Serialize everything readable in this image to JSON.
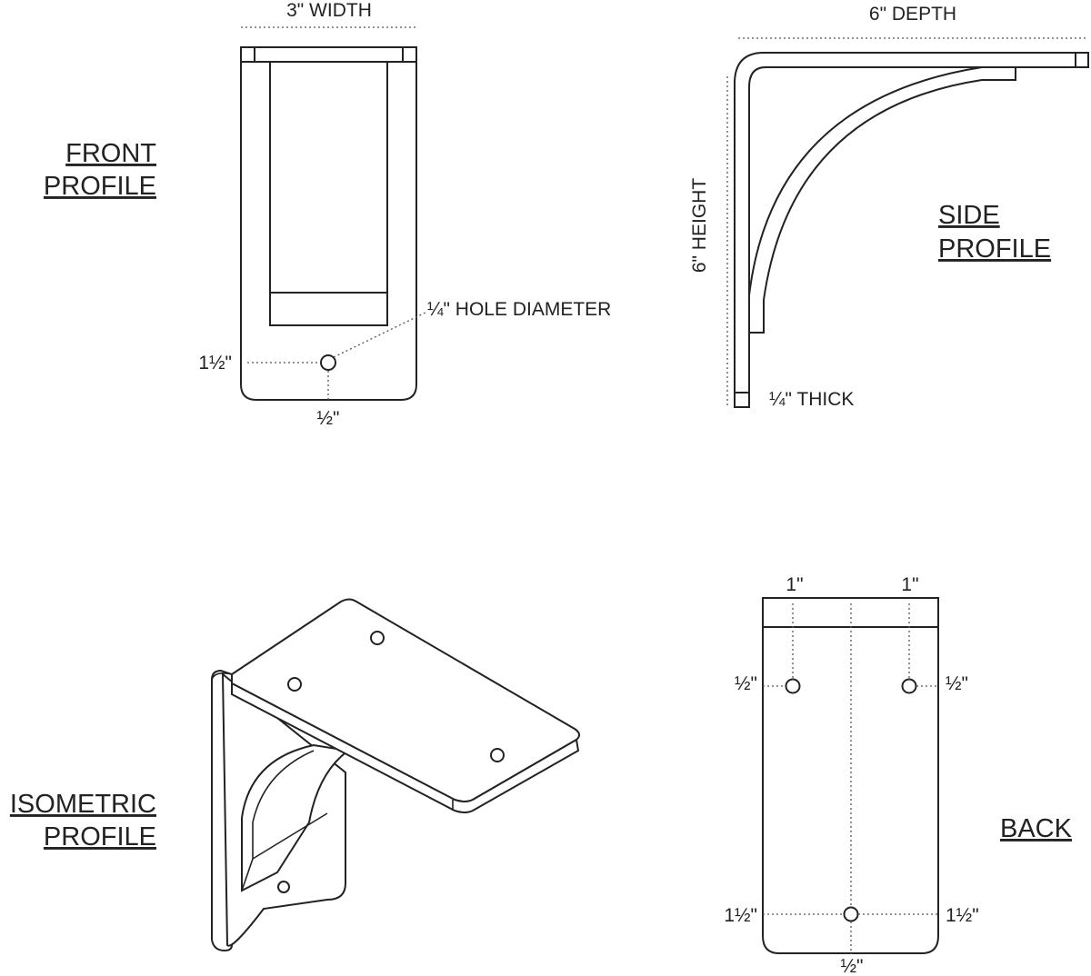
{
  "front": {
    "title_line1": "FRONT",
    "title_line2": "PROFILE",
    "width_label": "3\" WIDTH",
    "hole_label": "¼\" HOLE DIAMETER",
    "hole_height": "1½\"",
    "hole_offset": "½\""
  },
  "side": {
    "title_line1": "SIDE",
    "title_line2": "PROFILE",
    "depth_label": "6\" DEPTH",
    "height_label": "6\" HEIGHT",
    "thick_label": "¼\" THICK"
  },
  "iso": {
    "title_line1": "ISOMETRIC",
    "title_line2": "PROFILE"
  },
  "back": {
    "title": "BACK",
    "left_top": "1\"",
    "right_top": "1\"",
    "left_half": "½\"",
    "right_half": "½\"",
    "bottom_left": "1½\"",
    "bottom_right": "1½\"",
    "bottom_center": "½\""
  }
}
